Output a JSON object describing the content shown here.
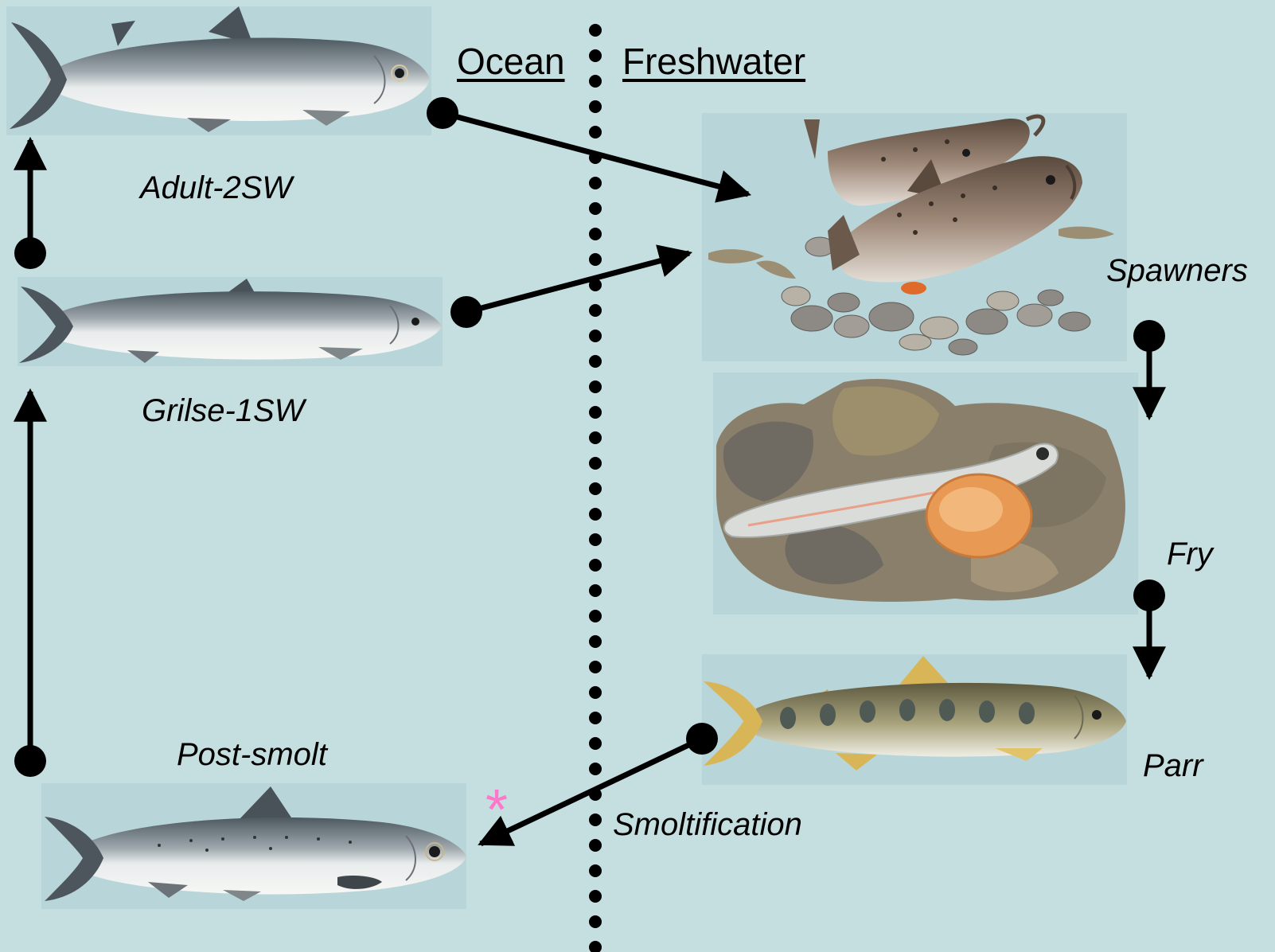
{
  "headings": {
    "ocean": "Ocean",
    "freshwater": "Freshwater"
  },
  "stages": {
    "adult": "Adult-2SW",
    "grilse": "Grilse-1SW",
    "spawners": "Spawners",
    "fry": "Fry",
    "parr": "Parr",
    "post_smolt": "Post-smolt"
  },
  "process": {
    "smoltification": "Smoltification"
  },
  "marker": {
    "symbol": "*",
    "color": "#ff77c8"
  },
  "colors": {
    "background": "#c5dfe1",
    "panel": "#b9d7da",
    "arrow": "#000000"
  }
}
